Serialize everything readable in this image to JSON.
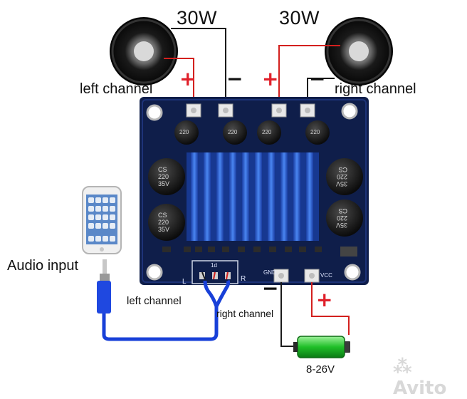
{
  "power_labels": {
    "left": "30W",
    "right": "30W"
  },
  "channel_labels": {
    "left_speaker": "left channel",
    "right_speaker": "right channel",
    "left_input": "left channel",
    "right_input": "right channel"
  },
  "audio_input_label": "Audio input",
  "voltage_label": "8-26V",
  "board_silkscreen": {
    "gnd": "GND",
    "vcc": "VCC",
    "l": "L",
    "r": "R",
    "jumper": "1d"
  },
  "capacitors": [
    {
      "text": "CS\n220\n35V"
    },
    {
      "text": "CS\n220\n35V"
    },
    {
      "text": "35V\n220\nCS"
    },
    {
      "text": "35V\n220\nCS"
    }
  ],
  "top_caps": [
    "220",
    "220",
    "220",
    "220"
  ],
  "watermark": "Avito",
  "colors": {
    "board": "#0f1e4a",
    "heatsink": "#2a63d6",
    "wire_red": "#d3201e",
    "wire_black": "#1a1a1a",
    "cable_blue": "#1840d8",
    "battery_green": "#22c52a"
  }
}
